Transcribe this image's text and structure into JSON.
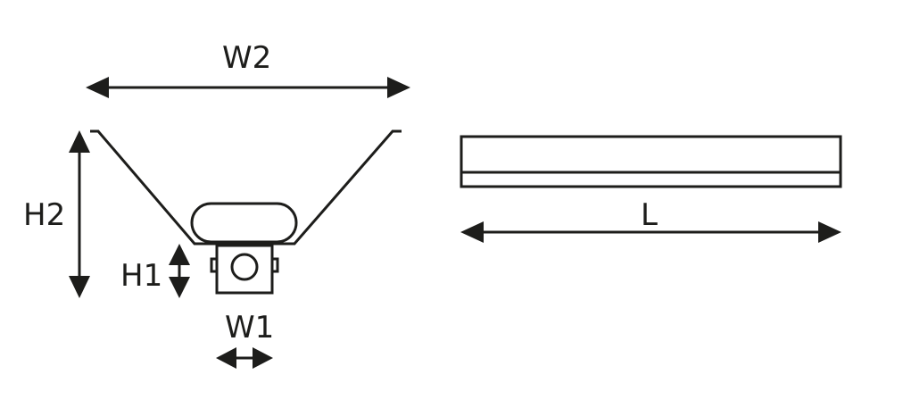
{
  "labels": {
    "w2": "W2",
    "h2": "H2",
    "h1": "H1",
    "w1": "W1",
    "l": "L"
  },
  "colors": {
    "line": "#1d1d1b",
    "background": "#ffffff"
  }
}
